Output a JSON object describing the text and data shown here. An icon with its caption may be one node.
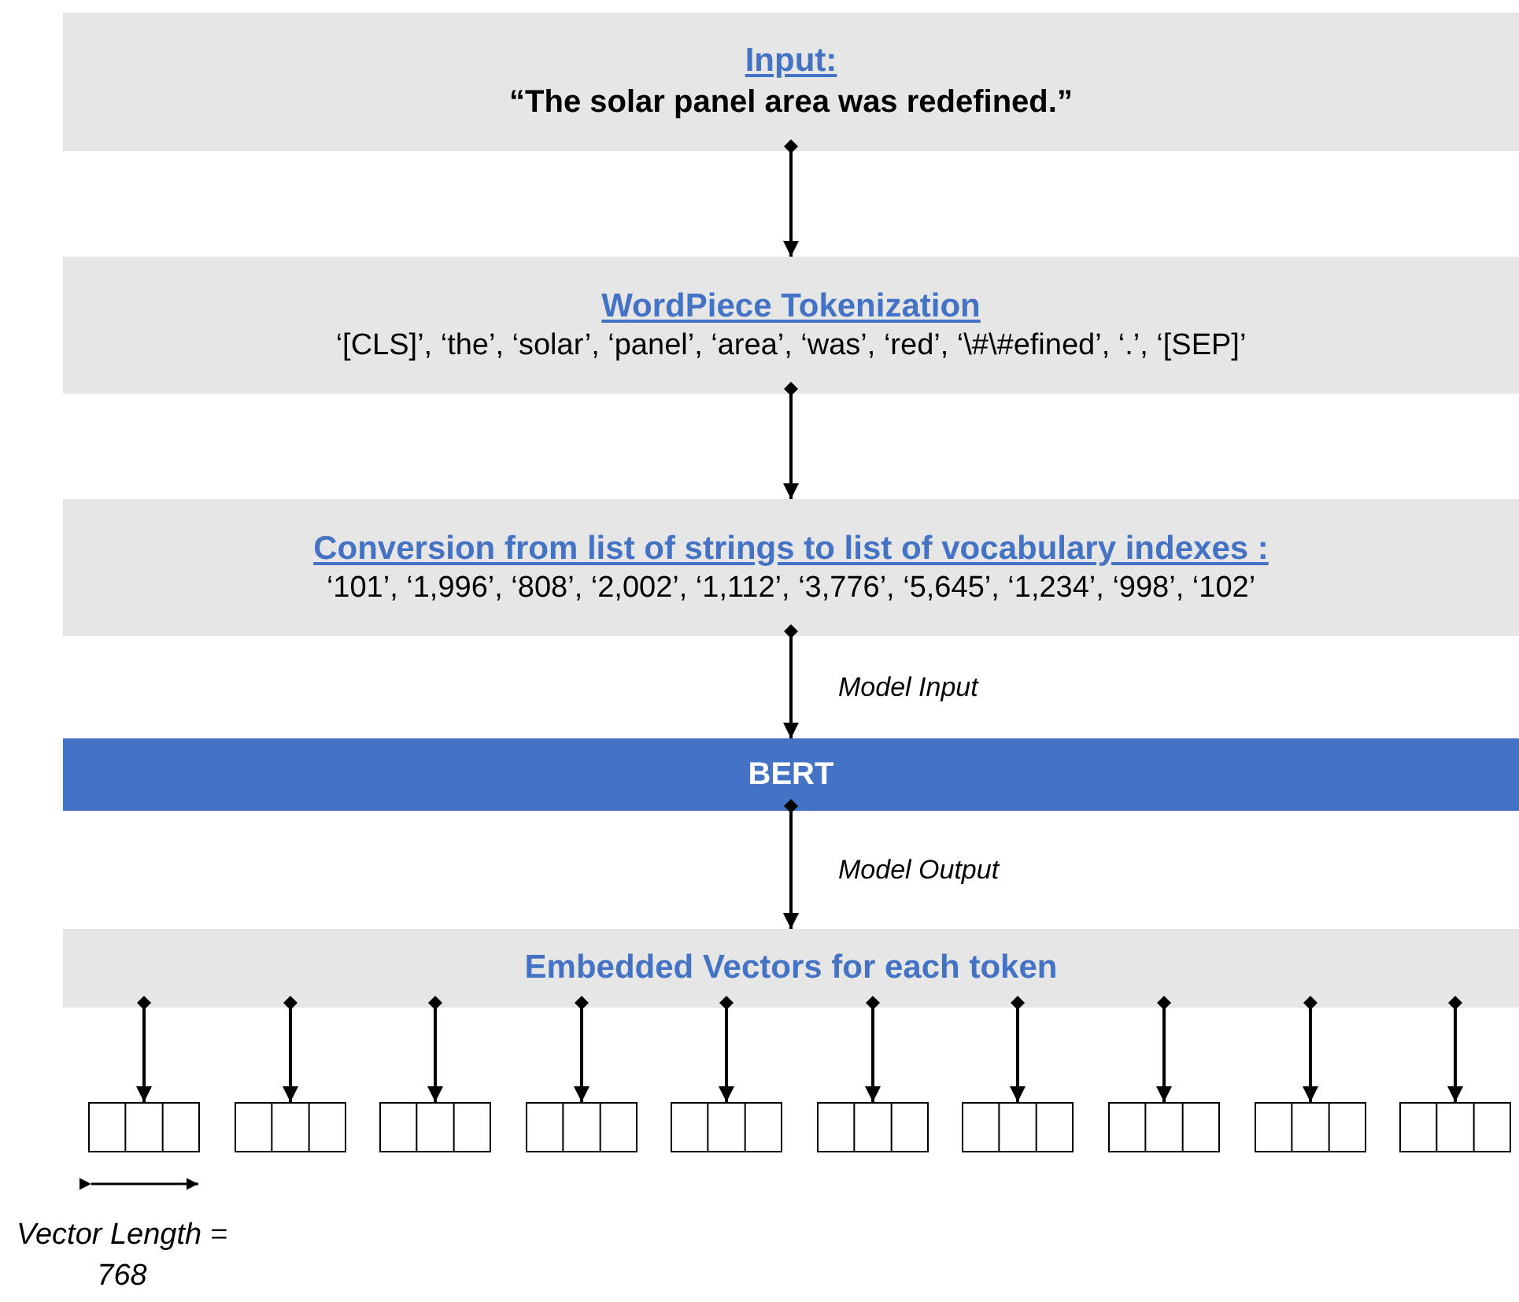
{
  "diagram": {
    "nodes": [
      {
        "text": [
          "Input:",
          "“The solar panel area was redefined.”"
        ]
      },
      {
        "text": [
          "WordPiece Tokenization",
          "‘[CLS]’, ‘the’, ‘solar’, ‘panel’, ‘area’, ‘was’, ‘red’, ‘\\#\\#efined’, ‘.’, ‘[SEP]’"
        ]
      },
      {
        "text": [
          "Conversion from list of strings to list of vocabulary indexes :",
          "‘101’, ‘1,996’, ‘808’, ‘2,002’, ‘1,112’, ‘3,776’, ‘5,645’, ‘1,234’, ‘998’, ‘102’"
        ]
      },
      {
        "text": [
          "BERT"
        ]
      },
      {
        "text": [
          "Embedded Vectors for each token"
        ]
      },
      {
        "text": [],
        "shape": "box"
      },
      {
        "text": [],
        "shape": "box"
      },
      {
        "text": [],
        "shape": "box"
      },
      {
        "text": [],
        "shape": "box"
      },
      {
        "text": [],
        "shape": "box"
      },
      {
        "text": [],
        "shape": "box"
      },
      {
        "text": [],
        "shape": "box"
      },
      {
        "text": [],
        "shape": "box"
      },
      {
        "text": [],
        "shape": "box"
      },
      {
        "text": [],
        "shape": "box"
      }
    ],
    "edges": [
      {
        "from": 0,
        "to": 1,
        "arrow": "to"
      },
      {
        "from": 1,
        "to": 2,
        "arrow": "to"
      },
      {
        "from": 2,
        "to": 3,
        "arrow": "to",
        "label": "Model Input"
      },
      {
        "from": 3,
        "to": 4,
        "arrow": "to",
        "label": "Model Output"
      },
      {
        "from": 4,
        "to": 5,
        "arrow": "to"
      },
      {
        "from": 4,
        "to": 6,
        "arrow": "to"
      },
      {
        "from": 4,
        "to": 7,
        "arrow": "to"
      },
      {
        "from": 4,
        "to": 8,
        "arrow": "to"
      },
      {
        "from": 4,
        "to": 9,
        "arrow": "to"
      },
      {
        "from": 4,
        "to": 10,
        "arrow": "to"
      },
      {
        "from": 4,
        "to": 11,
        "arrow": "to"
      },
      {
        "from": 4,
        "to": 12,
        "arrow": "to"
      },
      {
        "from": 4,
        "to": 13,
        "arrow": "to"
      },
      {
        "from": 4,
        "to": 14,
        "arrow": "to"
      }
    ],
    "labels": [
      "Vector Length = 768"
    ]
  }
}
